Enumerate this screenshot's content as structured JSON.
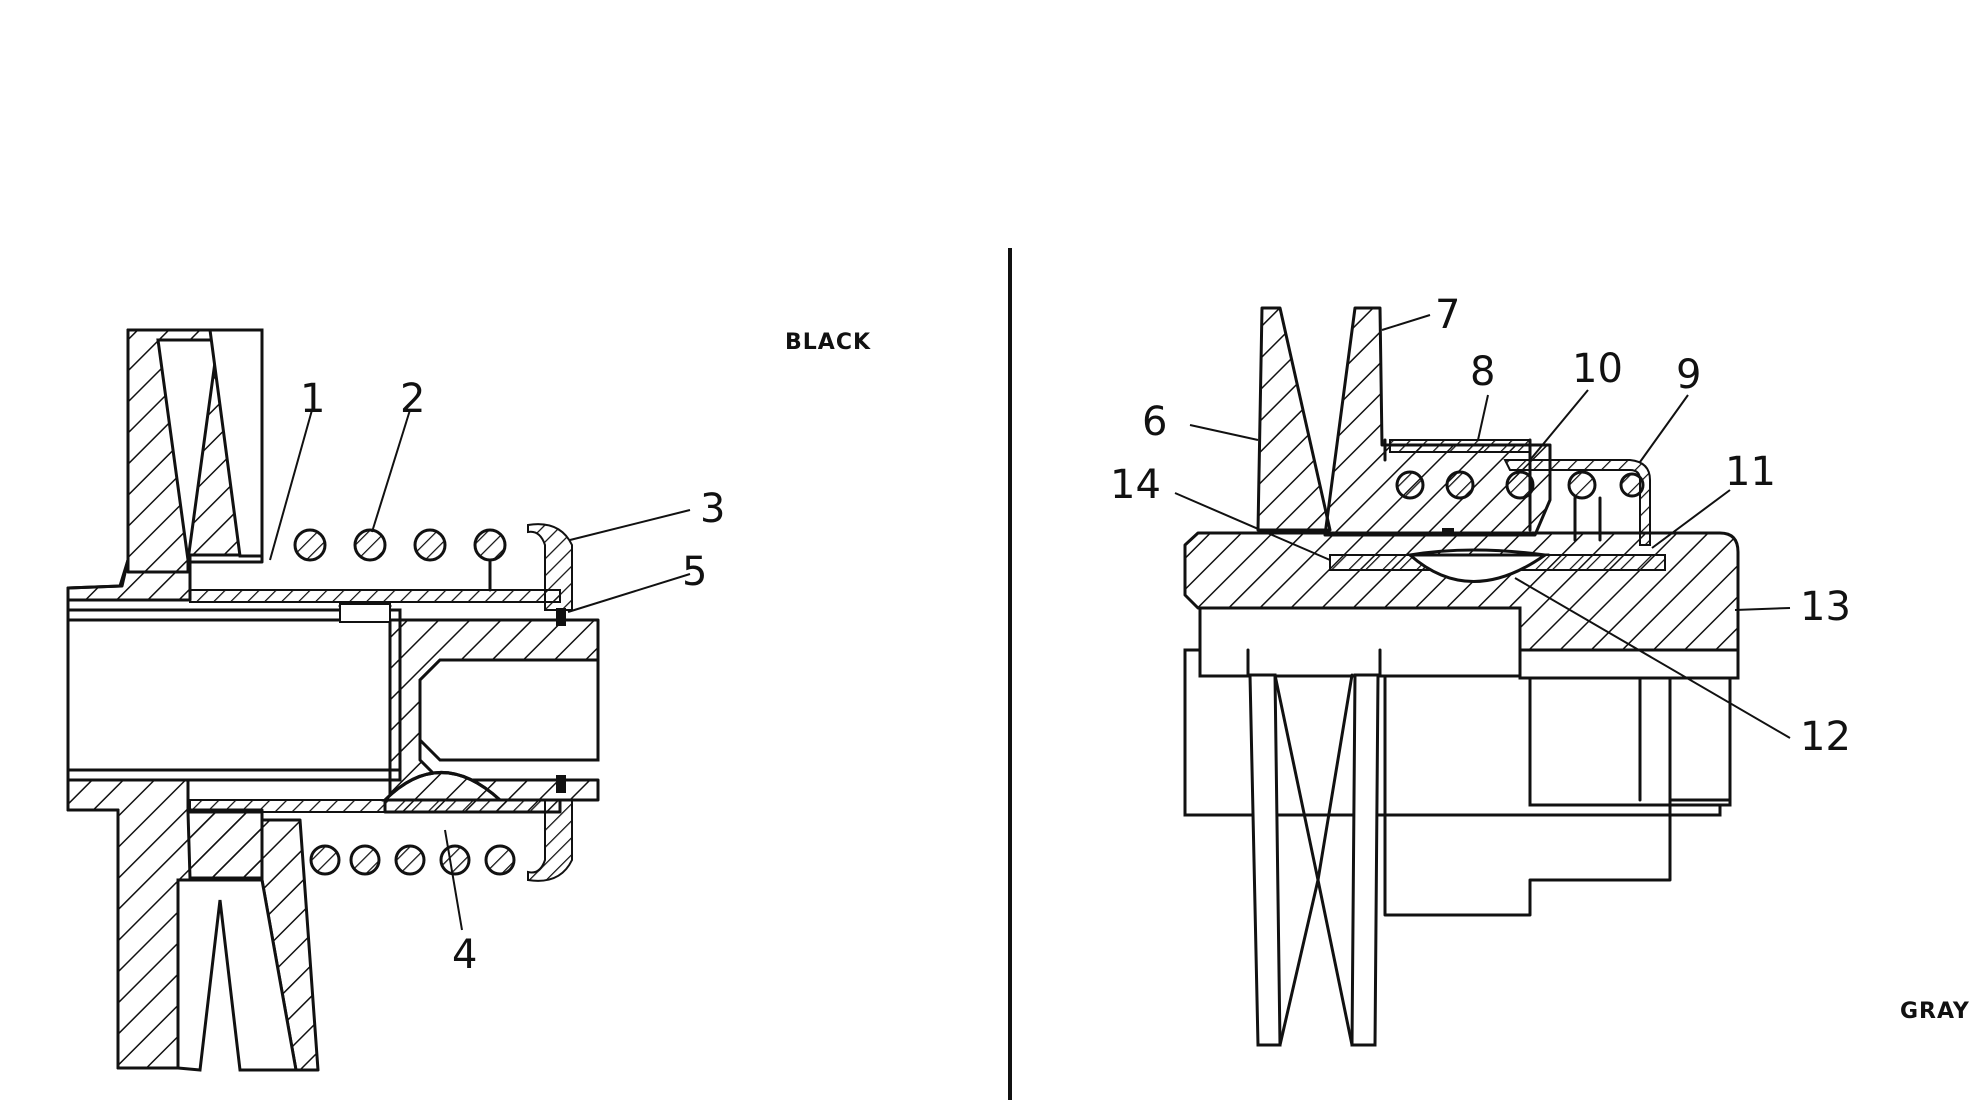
{
  "panels": {
    "left": {
      "tag": "BLACK",
      "callouts": [
        "1",
        "2",
        "3",
        "4",
        "5"
      ]
    },
    "right": {
      "tag": "GRAY",
      "callouts": [
        "6",
        "7",
        "8",
        "9",
        "10",
        "11",
        "12",
        "13",
        "14"
      ]
    }
  },
  "colors": {
    "ink": "#111111",
    "background": "#ffffff"
  }
}
